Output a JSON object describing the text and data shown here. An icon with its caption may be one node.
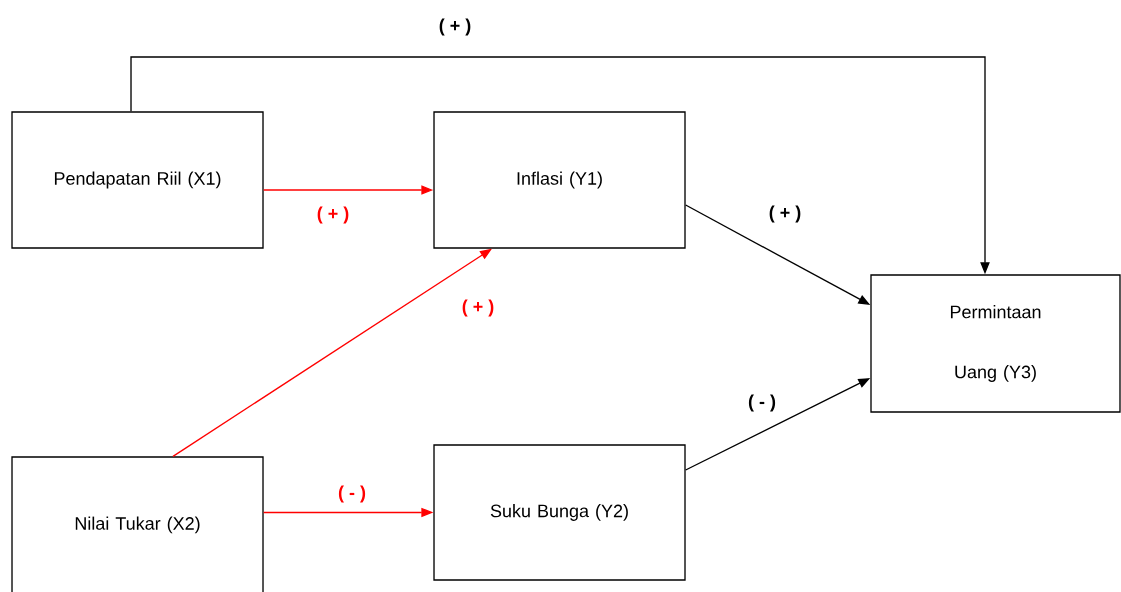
{
  "diagram": {
    "nodes": [
      {
        "text": [
          "Pendapatan Riil (X1)"
        ]
      },
      {
        "text": [
          "Inflasi (Y1)"
        ]
      },
      {
        "text": [
          "Permintaan Uang (Y3)"
        ]
      },
      {
        "text": [
          "Nilai Tukar (X2)"
        ]
      },
      {
        "text": [
          "Suku Bunga (Y2)"
        ]
      }
    ],
    "edges": [
      {
        "from": 0,
        "to": 1,
        "arrow": "to",
        "label": "( + )",
        "color": "#ff0000"
      },
      {
        "from": 3,
        "to": 1,
        "arrow": "to",
        "label": "( + )",
        "color": "#ff0000"
      },
      {
        "from": 3,
        "to": 4,
        "arrow": "to",
        "label": "( - )",
        "color": "#ff0000"
      },
      {
        "from": 1,
        "to": 2,
        "arrow": "to",
        "label": "( + )",
        "color": "#000000"
      },
      {
        "from": 4,
        "to": 2,
        "arrow": "to",
        "label": "( - )",
        "color": "#000000"
      },
      {
        "from": 0,
        "to": 2,
        "arrow": "to",
        "label": "( + )",
        "color": "#000000"
      }
    ]
  }
}
